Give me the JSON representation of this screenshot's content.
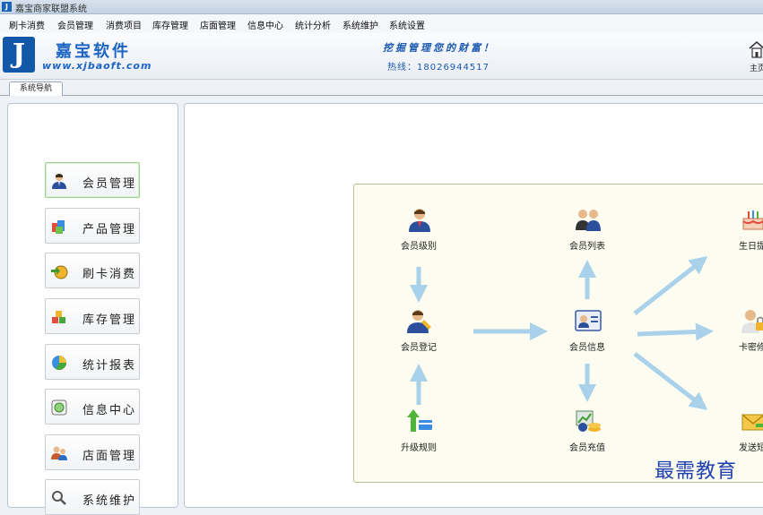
{
  "window": {
    "title": "嘉宝商家联盟系统"
  },
  "menu": [
    "刷卡消费",
    "会员管理",
    "消费项目",
    "库存管理",
    "店面管理",
    "信息中心",
    "统计分析",
    "系统维护",
    "系统设置"
  ],
  "header": {
    "logo_name": "嘉宝软件",
    "logo_url": "www.xjbaoft.com",
    "slogan": "挖掘管理您的财富！",
    "hotline": "热线：18026944517",
    "home_label": "主页"
  },
  "tab": {
    "label": "系统导航"
  },
  "sidebar": {
    "items": [
      {
        "label": "会员管理",
        "icon": "member-icon"
      },
      {
        "label": "产品管理",
        "icon": "product-icon"
      },
      {
        "label": "刷卡消费",
        "icon": "card-swipe-icon"
      },
      {
        "label": "库存管理",
        "icon": "inventory-icon"
      },
      {
        "label": "统计报表",
        "icon": "report-pie-icon"
      },
      {
        "label": "信息中心",
        "icon": "message-icon"
      },
      {
        "label": "店面管理",
        "icon": "store-icon"
      },
      {
        "label": "系统维护",
        "icon": "maintenance-icon"
      }
    ]
  },
  "flow": {
    "nodes": [
      {
        "label": "会员级别",
        "icon": "member-level-icon"
      },
      {
        "label": "会员登记",
        "icon": "member-register-icon"
      },
      {
        "label": "升级规则",
        "icon": "upgrade-rule-icon"
      },
      {
        "label": "会员列表",
        "icon": "member-list-icon"
      },
      {
        "label": "会员信息",
        "icon": "member-info-icon"
      },
      {
        "label": "会员充值",
        "icon": "member-recharge-icon"
      },
      {
        "label": "生日提",
        "icon": "birthday-cake-icon"
      },
      {
        "label": "卡密修",
        "icon": "card-password-icon"
      },
      {
        "label": "发送短",
        "icon": "send-sms-icon"
      }
    ]
  },
  "colors": {
    "brand_blue": "#1c64c4",
    "arrow": "#a9d2ea",
    "flow_bg": "#fcfcf0"
  },
  "watermark": "最需教育"
}
